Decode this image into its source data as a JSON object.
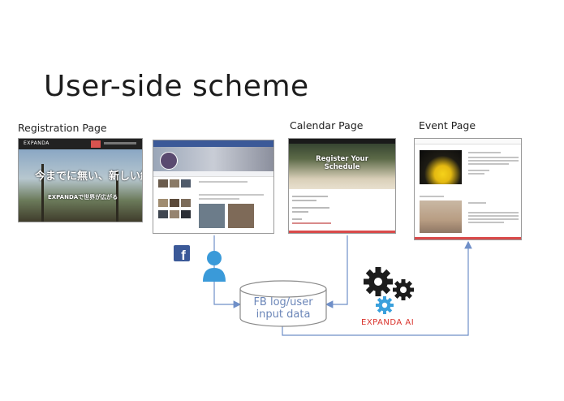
{
  "title": "User-side scheme",
  "labels": {
    "registration": "Registration Page",
    "calendar": "Calendar Page",
    "event": "Event Page"
  },
  "registration_screenshot": {
    "logo": "EXPANDA",
    "headline": "今までに無い、新しい経験をしよう",
    "subline": "EXPANDAで世界が広がる"
  },
  "calendar_screenshot": {
    "headline_line1": "Register Your",
    "headline_line2": "Schedule"
  },
  "database": {
    "line1": "FB log/user",
    "line2": "input data"
  },
  "ai_label": "EXPANDA AI",
  "facebook_badge": "f",
  "colors": {
    "arrow": "#6f8fc8",
    "gear": "#1c1c1c",
    "gear_small": "#3aa0dc",
    "person": "#3a9ad9",
    "facebook": "#3b5998",
    "ai_text": "#d9322b"
  }
}
